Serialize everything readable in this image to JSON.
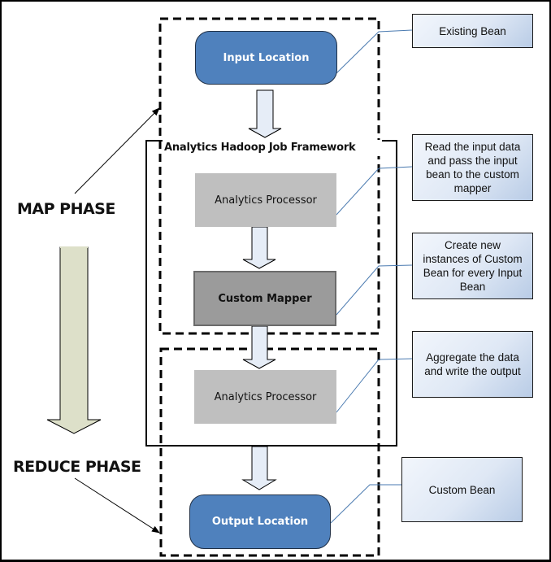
{
  "title": "Analytics Hadoop Job Framework",
  "phases": {
    "map": "MAP PHASE",
    "reduce": "REDUCE PHASE"
  },
  "nodes": {
    "input_location": "Input Location",
    "analytics_processor_map": "Analytics Processor",
    "custom_mapper": "Custom Mapper",
    "analytics_processor_reduce": "Analytics Processor",
    "output_location": "Output Location"
  },
  "notes": {
    "existing_bean": "Existing Bean",
    "read_input": "Read the input data and pass the input bean to the custom mapper",
    "create_instances": "Create new instances of Custom Bean for every Input Bean",
    "aggregate": "Aggregate the data and write the output",
    "custom_bean": "Custom Bean"
  },
  "colors": {
    "location_fill": "#4f81bd",
    "processor_fill": "#bfbfbf",
    "mapper_fill": "#9b9b9b",
    "flow_arrow_fill": "#e6edf7",
    "phase_arrow_fill": "#dde0c9",
    "callout_line": "#4a7ab0"
  }
}
